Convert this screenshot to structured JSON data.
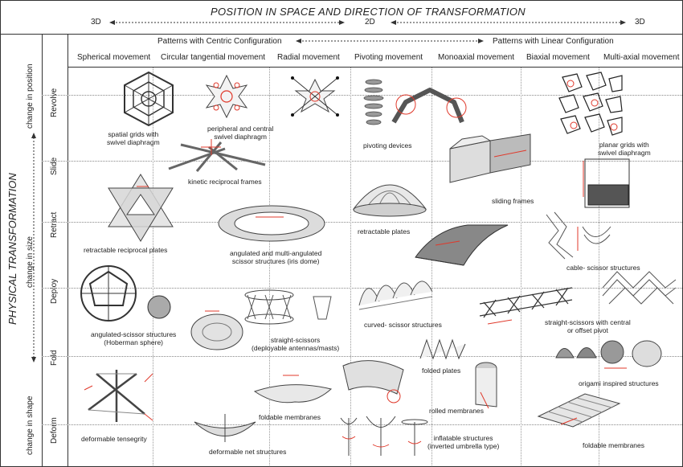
{
  "header": {
    "title": "POSITION IN SPACE AND DIRECTION OF TRANSFORMATION",
    "dim_left": "3D",
    "dim_mid": "2D",
    "dim_right": "3D",
    "pattern_centric": "Patterns with Centric Configuration",
    "pattern_linear": "Patterns with Linear Configuration"
  },
  "columns": [
    "Spherical movement",
    "Circular tangential movement",
    "Radial movement",
    "Pivoting movement",
    "Monoaxial movement",
    "Biaxial movement",
    "Multi-axial movement"
  ],
  "side": {
    "main": "PHYSICAL TRANSFORMATION",
    "position": "change in position",
    "size": "change in size",
    "shape": "change in shape"
  },
  "rows": [
    "Revolve",
    "Slide",
    "Retract",
    "Deploy",
    "Fold",
    "Deform"
  ],
  "labels": {
    "spatial_grids": [
      "spatial grids with",
      "swivel diaphragm"
    ],
    "peripheral": [
      "peripheral and central",
      "swivel diaphragm"
    ],
    "pivoting_devices": "pivoting devices",
    "planar_grids": [
      "planar  grids with",
      "swivel diaphragm"
    ],
    "kinetic_reciprocal": "kinetic reciprocal frames",
    "sliding_frames": "sliding frames",
    "retractable_plates": "retractable plates",
    "retractable_reciprocal": "retractable reciprocal plates",
    "angulated_iris": [
      "angulated and multi-angulated",
      "scissor structures (iris dome)"
    ],
    "cable_scissor": "cable- scissor structures",
    "angulated_hoberman": [
      "angulated-scissor structures",
      "(Hoberman sphere)"
    ],
    "straight_scissors": [
      "straight-scissors",
      "(deployable antennas/masts)"
    ],
    "curved_scissor": "curved- scissor structures",
    "straight_central": [
      "straight-scissors with central",
      "or offset pivot"
    ],
    "folded_plates": "folded plates",
    "origami": "origami inspired  structures",
    "foldable_membranes_1": "foldable membranes",
    "rolled_membranes": "rolled membranes",
    "deformable_tensegrity": "deformable tensegrity",
    "deformable_net": "deformable net structures",
    "inflatable": [
      "inflatable  structures",
      "(inverted umbrella type)"
    ],
    "foldable_membranes_2": "foldable membranes"
  },
  "colors": {
    "arrow": "#e0392b",
    "line": "#333333",
    "sketch": "#555555"
  }
}
